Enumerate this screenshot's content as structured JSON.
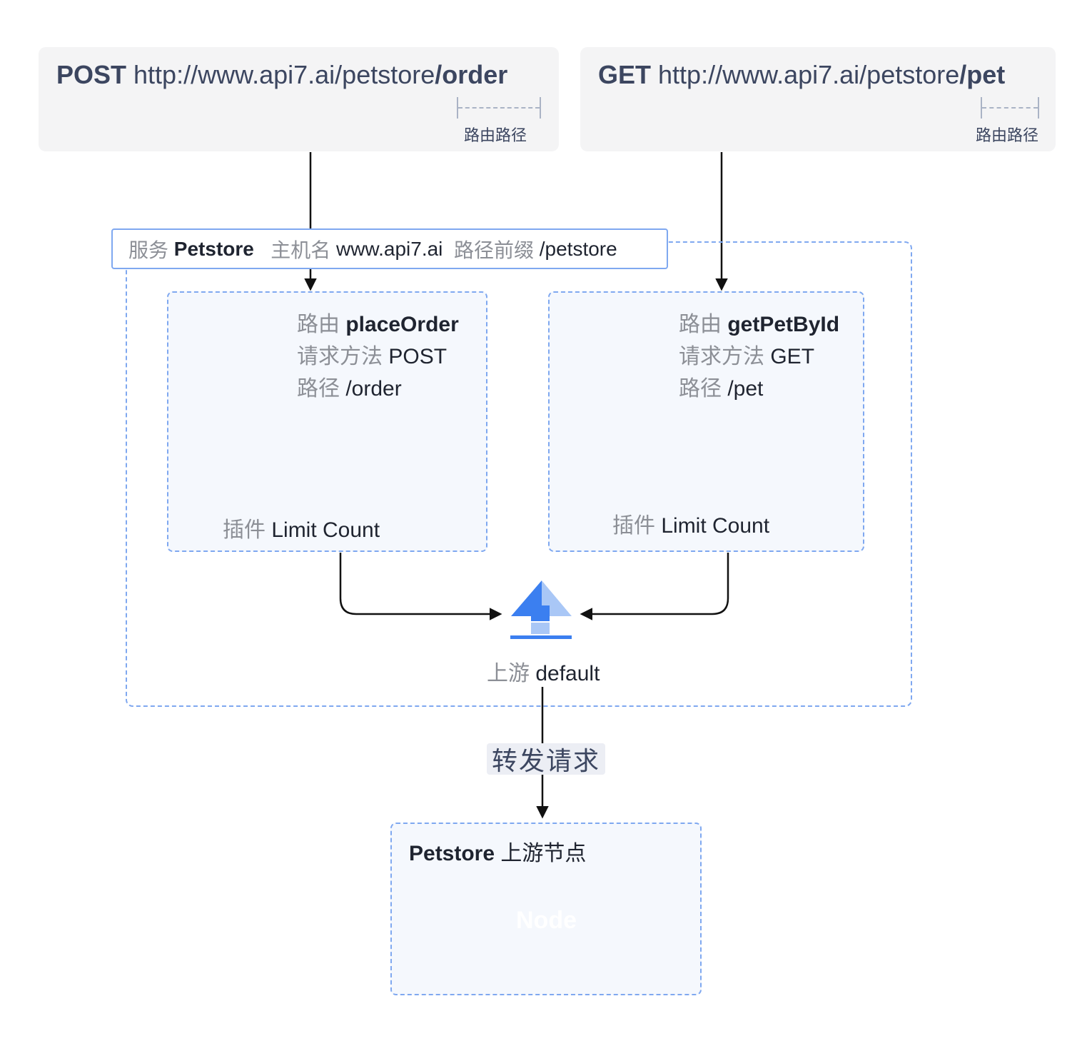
{
  "requests": [
    {
      "method": "POST",
      "url_prefix": "http://www.api7.ai/petstore",
      "url_path": "/order",
      "path_label": "路由路径"
    },
    {
      "method": "GET",
      "url_prefix": "http://www.api7.ai/petstore",
      "url_path": "/pet",
      "path_label": "路由路径"
    }
  ],
  "service": {
    "service_label": "服务",
    "service_name": "Petstore",
    "host_label": "主机名",
    "host_value": "www.api7.ai",
    "prefix_label": "路径前缀",
    "prefix_value": "/petstore"
  },
  "routes": [
    {
      "route_label": "路由",
      "route_name": "placeOrder",
      "method_label": "请求方法",
      "method_value": "POST",
      "path_label": "路径",
      "path_value": "/order",
      "plugin_label": "插件",
      "plugin_name": "Limit Count"
    },
    {
      "route_label": "路由",
      "route_name": "getPetById",
      "method_label": "请求方法",
      "method_value": "GET",
      "path_label": "路径",
      "path_value": "/pet",
      "plugin_label": "插件",
      "plugin_name": "Limit Count"
    }
  ],
  "upstream": {
    "label": "上游",
    "name": "default"
  },
  "forward_label": "转发请求",
  "node_box": {
    "name": "Petstore",
    "title_suffix": "上游节点",
    "node_label": "Node"
  },
  "colors": {
    "accent_blue": "#7fa8f0",
    "pin_orange": "#f6a66a",
    "dot_blue": "#1a1aff",
    "node_blue": "#5b8df0",
    "upstream_arrow": "#3b82f0"
  },
  "icons": [
    "route-path-icon",
    "rate-limit-icon",
    "upstream-arrow-icon",
    "node-hexagon-icon"
  ]
}
